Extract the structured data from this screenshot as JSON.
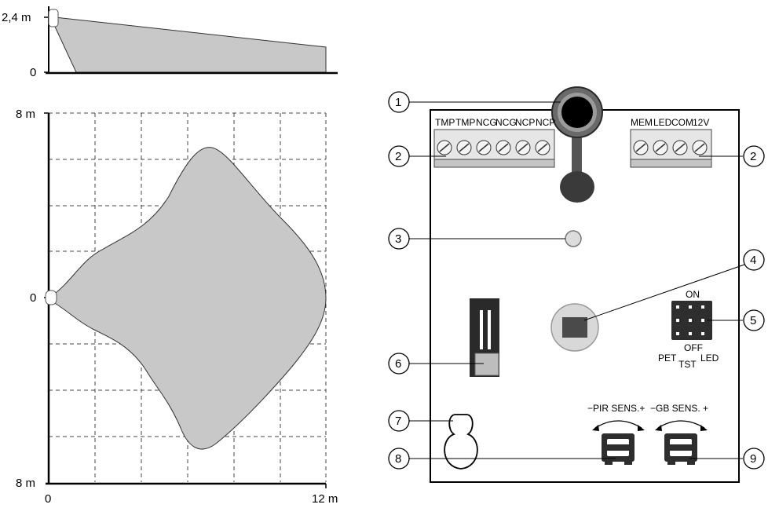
{
  "side_view": {
    "height_label": "2,4 m",
    "ground_label": "0"
  },
  "top_view": {
    "y_top_label": "8 m",
    "y_mid_label": "0",
    "y_bottom_label": "8 m",
    "x_start_label": "0",
    "x_end_label": "12 m"
  },
  "board": {
    "terminals_left": [
      "TMP",
      "TMP",
      "NCG",
      "NCG",
      "NCP",
      "NCP"
    ],
    "terminals_right": [
      "MEM",
      "LED",
      "COM",
      "12V"
    ],
    "jumper_on": "ON",
    "jumper_off": "OFF",
    "jumper_pet": "PET",
    "jumper_tst": "TST",
    "jumper_led": "LED",
    "pot_pir_label": "−PIR SENS.+",
    "pot_gb_label": "−GB SENS. +",
    "callouts": [
      "1",
      "2",
      "2",
      "3",
      "4",
      "5",
      "6",
      "7",
      "8",
      "9"
    ]
  }
}
